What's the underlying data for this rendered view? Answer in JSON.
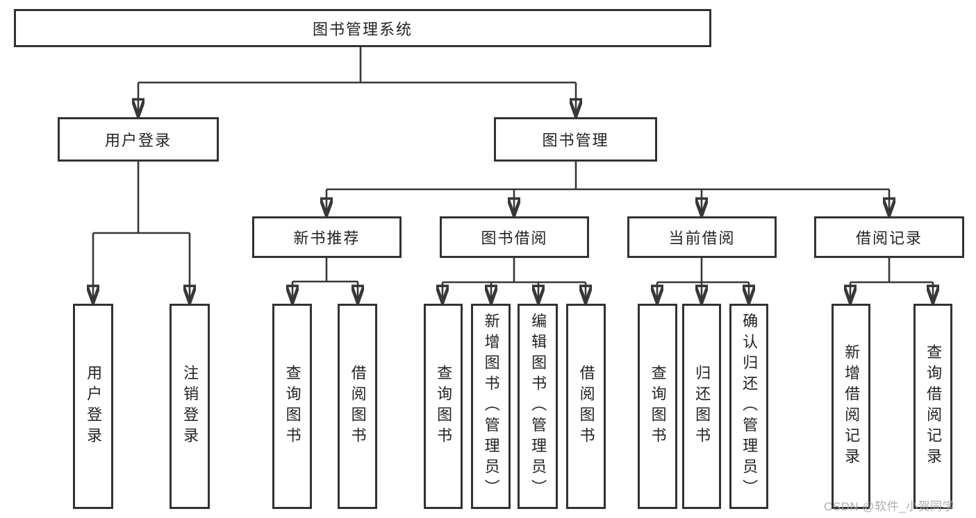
{
  "nodes": {
    "root": "图书管理系统",
    "user_login": "用户登录",
    "book_mgmt": "图书管理",
    "new_book_rec": "新书推荐",
    "book_borrow": "图书借阅",
    "current_borrow": "当前借阅",
    "borrow_record": "借阅记录",
    "ul_login": "用户登录",
    "ul_logout": "注销登录",
    "nbr_query": "查询图书",
    "nbr_borrow": "借阅图书",
    "bb_query": "查询图书",
    "bb_add": "新增图书（管理员）",
    "bb_edit": "编辑图书（管理员）",
    "bb_borrow": "借阅图书",
    "cb_query": "查询图书",
    "cb_return": "归还图书",
    "cb_confirm": "确认归还（管理员）",
    "br_add": "新增借阅记录",
    "br_query": "查询借阅记录"
  },
  "colors": {
    "line": "#373737",
    "border": "#323232",
    "text": "#232323",
    "watermark": "#a6a6a6",
    "background": "#ffffff"
  },
  "watermark": "CSDN @软件_小贺同学"
}
